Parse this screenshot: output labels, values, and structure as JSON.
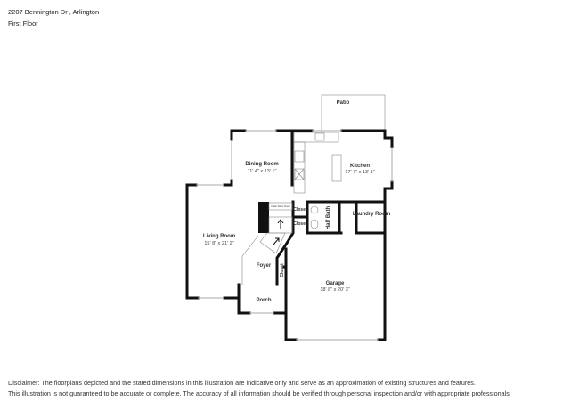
{
  "header": {
    "address": "2207 Bennington Dr , Arlington",
    "floor": "First Floor"
  },
  "rooms": [
    {
      "id": "patio",
      "name": "Patio",
      "dims": ""
    },
    {
      "id": "dining",
      "name": "Dining Room",
      "dims": "11' 4\" x 13' 1\""
    },
    {
      "id": "kitchen",
      "name": "Kitchen",
      "dims": "17' 7\" x 13' 1\""
    },
    {
      "id": "living",
      "name": "Living Room",
      "dims": "15' 8\" x 21' 2\""
    },
    {
      "id": "laundry",
      "name": "Laundry Room",
      "dims": ""
    },
    {
      "id": "halfbath",
      "name": "Half Bath",
      "dims": ""
    },
    {
      "id": "closet1",
      "name": "Closet",
      "dims": ""
    },
    {
      "id": "closet2",
      "name": "Closet",
      "dims": ""
    },
    {
      "id": "closet3",
      "name": "Closet",
      "dims": ""
    },
    {
      "id": "understairs",
      "name": "Under Stairs Closet",
      "dims": ""
    },
    {
      "id": "foyer",
      "name": "Foyer",
      "dims": ""
    },
    {
      "id": "garage",
      "name": "Garage",
      "dims": "18' 8\" x 20' 3\""
    },
    {
      "id": "porch",
      "name": "Porch",
      "dims": ""
    }
  ],
  "disclaimer": {
    "line1": "Disclaimer: The floorplans depicted and the stated dimensions in this illustration are indicative only and serve as an approximation of existing structures and features.",
    "line2": "This illustration is not guaranteed to be accurate or complete. The accuracy of all information should be verified through personal inspection and/or with appropriate professionals."
  }
}
